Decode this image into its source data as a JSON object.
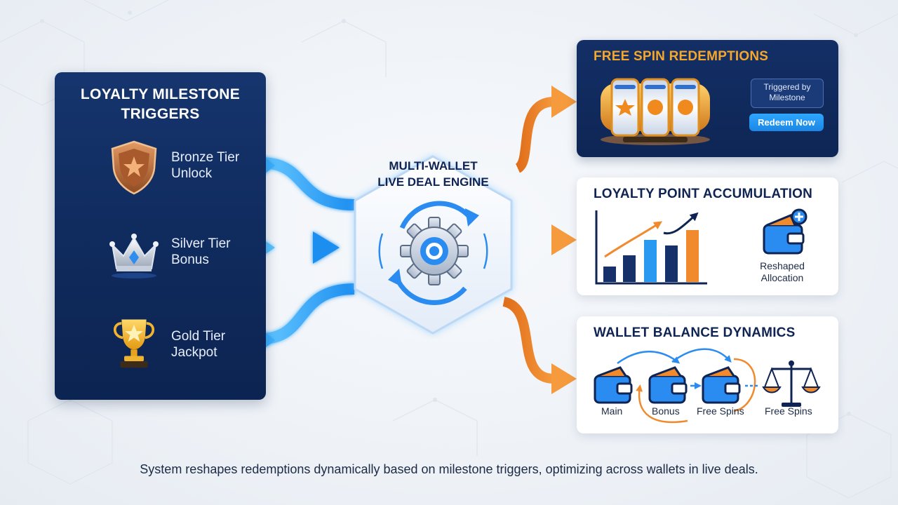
{
  "left_panel": {
    "title_line1": "LOYALTY MILESTONE",
    "title_line2": "TRIGGERS",
    "tiers": [
      {
        "line1": "Bronze Tier",
        "line2": "Unlock",
        "icon": "bronze-shield-icon"
      },
      {
        "line1": "Silver Tier",
        "line2": "Bonus",
        "icon": "silver-crown-icon"
      },
      {
        "line1": "Gold Tier",
        "line2": "Jackpot",
        "icon": "gold-trophy-icon"
      }
    ]
  },
  "engine": {
    "title_line1": "MULTI-WALLET",
    "title_line2": "LIVE DEAL ENGINE",
    "icon": "gear-cycle-icon"
  },
  "free_spin_card": {
    "title": "FREE SPIN REDEMPTIONS",
    "badge_line1": "Triggered by",
    "badge_line2": "Milestone",
    "button_label": "Redeem Now",
    "icon": "slot-machine-icon"
  },
  "accumulation_card": {
    "title": "LOYALTY POINT ACCUMULATION",
    "allocation_line1": "Reshaped",
    "allocation_line2": "Allocation",
    "icons": [
      "bar-chart-icon",
      "trend-arrow-icon",
      "wallet-plus-icon"
    ]
  },
  "balance_card": {
    "title": "WALLET BALANCE DYNAMICS",
    "wallets": [
      "Main",
      "Bonus",
      "Free Spins"
    ],
    "balance_label": "Free Spins",
    "icons": [
      "wallet-icon",
      "balance-scale-icon"
    ]
  },
  "caption": "System reshapes redemptions dynamically based on milestone triggers, optimizing across wallets in live deals.",
  "colors": {
    "navy": "#0f2a5c",
    "blue_flow": "#2fa8ff",
    "orange_flow": "#f08a2c",
    "gold": "#f6a629",
    "bronze": "#b8683a"
  }
}
